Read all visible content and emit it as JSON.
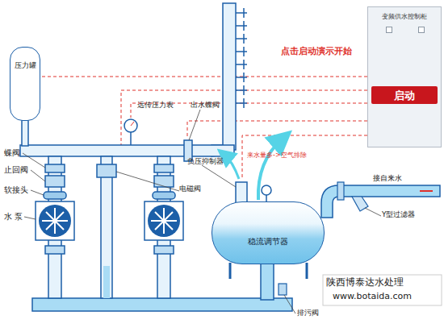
{
  "diagram": {
    "nodes": [
      {
        "text": [
          "压力罐"
        ]
      },
      {
        "text": [
          "变频供水控制柜"
        ]
      },
      {
        "text": [
          "启动"
        ],
        "in": 1
      },
      {
        "text": [
          "稳流调节器"
        ]
      }
    ],
    "labels": [
      "蝶阀",
      "止回阀",
      "软接头",
      "水 泵",
      "远传压力表",
      "出水蝶阀",
      "电磁阀",
      "负压抑制器",
      "来水量多->空气排除",
      "点击启动演示开始",
      "接自来水",
      "Y型过滤器",
      "排污阀",
      "陕西博泰达水处理",
      "www.botaida.com"
    ]
  }
}
